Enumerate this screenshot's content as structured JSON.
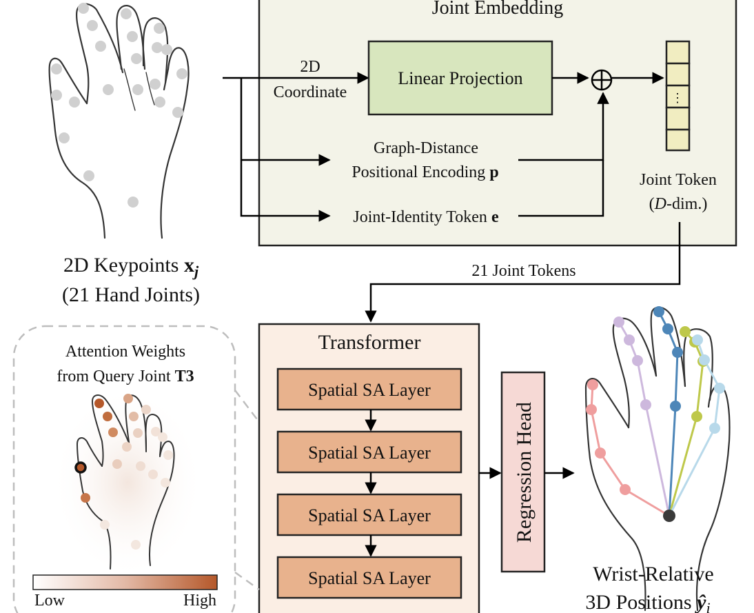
{
  "joint_embedding": {
    "title": "Joint Embedding",
    "coord_label_1": "2D",
    "coord_label_2": "Coordinate",
    "linear_projection": "Linear Projection",
    "graph_distance_1": "Graph-Distance",
    "graph_distance_2": "Positional Encoding ",
    "graph_distance_symbol": "p",
    "joint_identity": "Joint-Identity Token ",
    "joint_identity_symbol": "e",
    "token_dots": "⋮",
    "joint_token_1": "Joint Token",
    "joint_token_2_a": "(",
    "joint_token_2_d": "D",
    "joint_token_2_b": "-dim.)"
  },
  "keypoints": {
    "label_1": "2D Keypoints ",
    "label_1_symbol": "x",
    "label_1_sub": "j",
    "label_2": "(21 Hand Joints)"
  },
  "joint_tokens_label": "21 Joint Tokens",
  "transformer": {
    "title": "Transformer",
    "layers": [
      "Spatial SA Layer",
      "Spatial SA Layer",
      "Spatial SA Layer",
      "Spatial SA Layer"
    ]
  },
  "regression_head": "Regression Head",
  "attention": {
    "title_1": "Attention Weights",
    "title_2": "from Query Joint ",
    "title_2_symbol": "T3",
    "low": "Low",
    "high": "High"
  },
  "output": {
    "label_1": "Wrist-Relative",
    "label_2": "3D Positions ",
    "label_2_symbol": "ŷ",
    "label_2_sub": "i"
  },
  "colors": {
    "embedding_bg": "#f3f3e8",
    "linear_projection": "#d8e6be",
    "token_cell": "#f1edc1",
    "transformer_bg": "#fbeee4",
    "sa_layer": "#e8b28d",
    "regression_head": "#f6d9d5",
    "thumb": "#ef9e9e",
    "index": "#cdb8dd",
    "middle": "#4d86b8",
    "ring": "#bec84a",
    "pinky": "#b8d9ea"
  }
}
